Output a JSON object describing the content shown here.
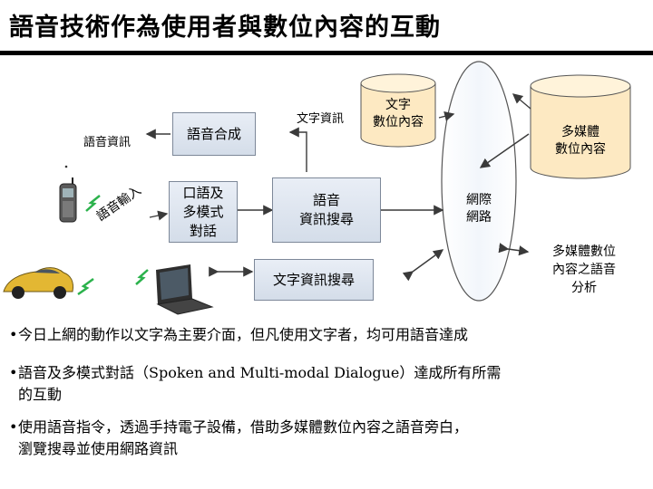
{
  "title": "語音技術作為使用者與數位內容的互動",
  "diagram": {
    "label_voice_info": "語音資訊",
    "box_synthesis": "語音合成",
    "label_text_info": "文字資訊",
    "cyl_text_content": [
      "文字",
      "數位內容"
    ],
    "cyl_multimedia_content": [
      "多媒體",
      "數位內容"
    ],
    "box_dialogue": [
      "口語及",
      "多模式",
      "對話"
    ],
    "box_voice_search": [
      "語音",
      "資訊搜尋"
    ],
    "label_voice_input": "語音輸入",
    "internet": [
      "網際",
      "網路"
    ],
    "box_text_search": "文字資訊搜尋",
    "box_narration": [
      "多媒體數位",
      "內容之語音",
      "分析"
    ],
    "colors": {
      "box_fill": "#dce3ee",
      "box_border": "#7d8899",
      "cyl_fill": "#fde9c2",
      "arrow": "#3a3a3a",
      "lightning": "#2bb24c"
    }
  },
  "bullets": [
    {
      "text": "今日上網的動作以文字為主要介面，但凡使用文字者，均可用語音達成"
    },
    {
      "line1": "語音及多模式對話（Spoken and Multi-modal Dialogue）達成所有所需",
      "line2": "的互動"
    },
    {
      "line1": "使用語音指令，透過手持電子設備，借助多媒體數位內容之語音旁白，",
      "line2": "瀏覽搜尋並使用網路資訊"
    }
  ]
}
